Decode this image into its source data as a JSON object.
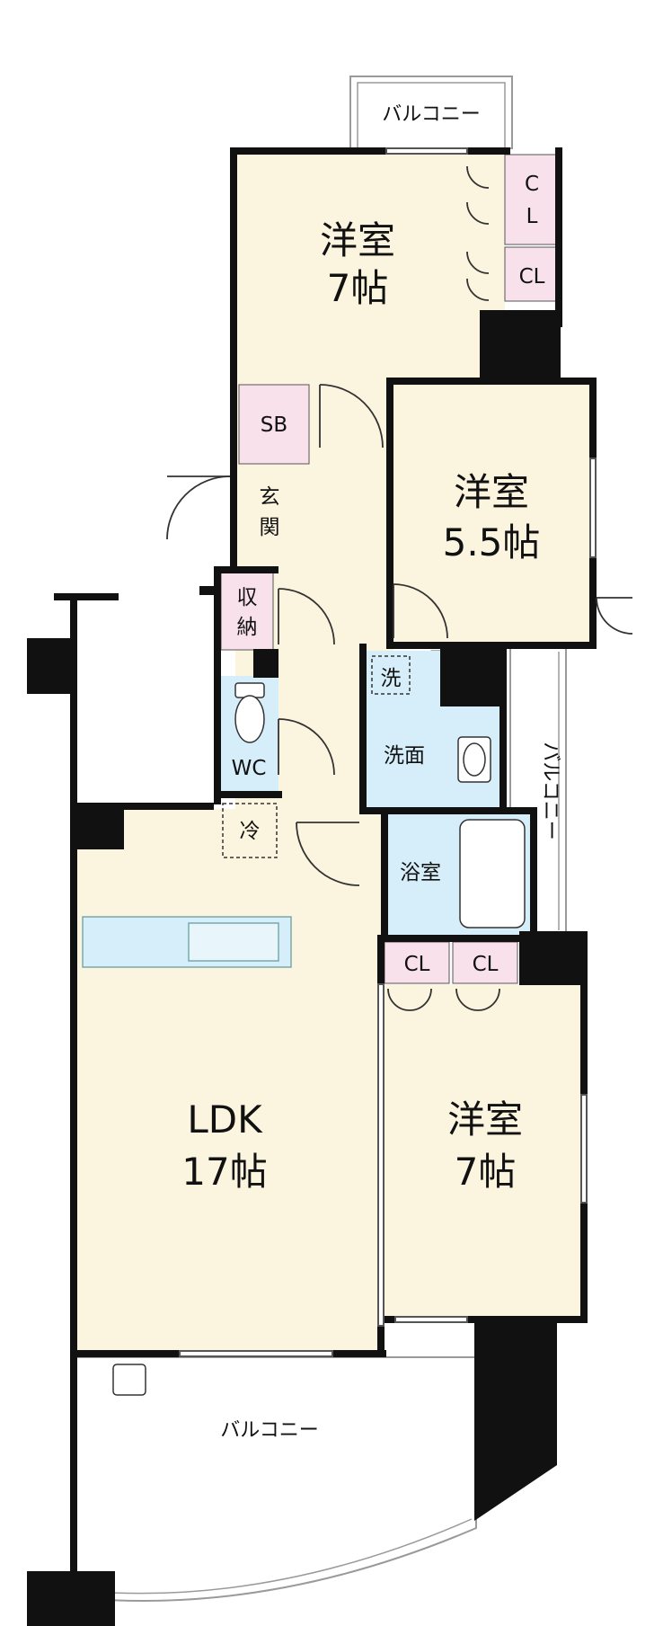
{
  "plan": {
    "colors": {
      "room_floor": "#fbf4de",
      "wet_area": "#d6eefa",
      "storage": "#f8e1ea",
      "wall": "#111111",
      "balcony_rail": "#9a9a9a",
      "background": "#ffffff"
    },
    "rooms": {
      "bedroom_top": {
        "name": "洋室",
        "size": "7帖"
      },
      "bedroom_mid": {
        "name": "洋室",
        "size": "5.5帖"
      },
      "bedroom_bottom": {
        "name": "洋室",
        "size": "7帖"
      },
      "ldk": {
        "name": "LDK",
        "size": "17帖"
      }
    },
    "labels": {
      "balcony_top": "バルコニー",
      "balcony_side": "バルコニー",
      "balcony_bottom": "バルコニー",
      "closet_top_c": "C",
      "closet_top_l": "L",
      "closet_top2": "CL",
      "shoe_box": "SB",
      "entrance_1": "玄",
      "entrance_2": "関",
      "storage_1": "収",
      "storage_2": "納",
      "toilet": "WC",
      "washer": "洗",
      "washroom": "洗面",
      "bathroom": "浴室",
      "fridge": "冷",
      "closet_bottom_left": "CL",
      "closet_bottom_right": "CL"
    }
  }
}
